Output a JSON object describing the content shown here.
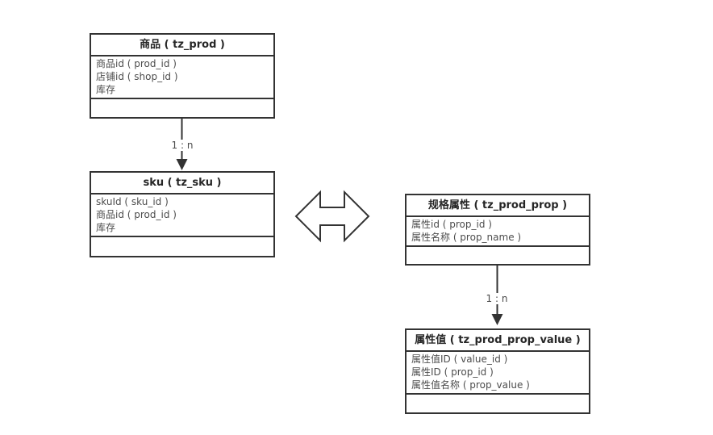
{
  "diagram": {
    "tables": [
      {
        "id": "prod",
        "title": "商品 ( tz_prod )",
        "fields": [
          "商品id ( prod_id )",
          "店铺id ( shop_id )",
          "库存"
        ]
      },
      {
        "id": "sku",
        "title": "sku ( tz_sku )",
        "fields": [
          "skuId ( sku_id )",
          "商品id ( prod_id )",
          "库存"
        ]
      },
      {
        "id": "prod_prop",
        "title": "规格属性 ( tz_prod_prop )",
        "fields": [
          "属性id ( prop_id )",
          "属性名称 ( prop_name )"
        ]
      },
      {
        "id": "prod_prop_value",
        "title": "属性值 ( tz_prod_prop_value )",
        "fields": [
          "属性值ID ( value_id )",
          "属性ID ( prop_id )",
          "属性值名称 ( prop_value )"
        ]
      }
    ],
    "connectors": [
      {
        "from": "prod",
        "to": "sku",
        "label": "1 : n"
      },
      {
        "from": "prod_prop",
        "to": "prod_prop_value",
        "label": "1 : n"
      }
    ],
    "colors": {
      "border": "#333333",
      "title_text": "#262626",
      "field_text": "#4d4d4d",
      "background": "#ffffff"
    }
  }
}
